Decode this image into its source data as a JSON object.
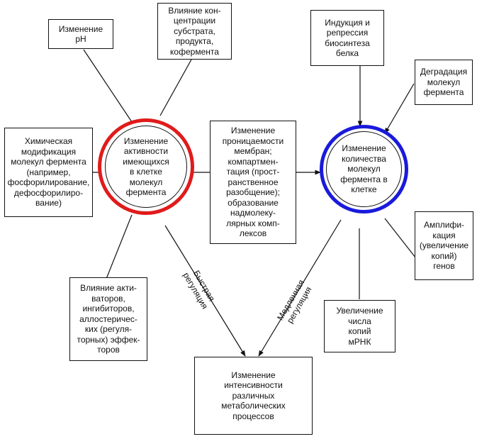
{
  "colors": {
    "activity_ring": "#e01b1b",
    "quantity_ring": "#1a1adb",
    "line": "#111111"
  },
  "boxes": {
    "ph": "Изменение\npH",
    "substrate": "Влияние кон-\nцентрации\nсубстрата,\nпродукта,\nкофермента",
    "chemical": "Химическая\nмодификация\nмолекул фермента\n(например,\nфосфорилирование,\nдефосфорилиро-\nвание)",
    "activators": "Влияние акти-\nваторов,\nингибиторов,\nаллостеричес-\nких (регуля-\nторных) эффек-\nторов",
    "membrane": "Изменение\nпроницаемости\nмембран;\nкомпартмен-\nтация (прост-\nранственное\nразобщение);\nобразование\nнадмолеку-\nлярных комп-\nлексов",
    "induction": "Индукция и\nрепрессия\nбиосинтеза\nбелка",
    "degradation": "Деградация\nмолекул\nфермента",
    "amplification": "Амплифи-\nкация\n(увеличение\nкопий)\nгенов",
    "mrna": "Увеличение\nчисла\nкопий\nмРНК",
    "metabolic": "Изменение\nинтенсивности\nразличных\nметаболических\nпроцессов"
  },
  "circles": {
    "activity": "Изменение\nактивности\nимеющихся\nв клетке\nмолекул\nфермента",
    "quantity": "Изменение\nколичества\nмолекул\nфермента в\nклетке"
  },
  "labels": {
    "fast": "Быстрая\nрегуляция",
    "slow": "Медленная\nрегуляция"
  }
}
